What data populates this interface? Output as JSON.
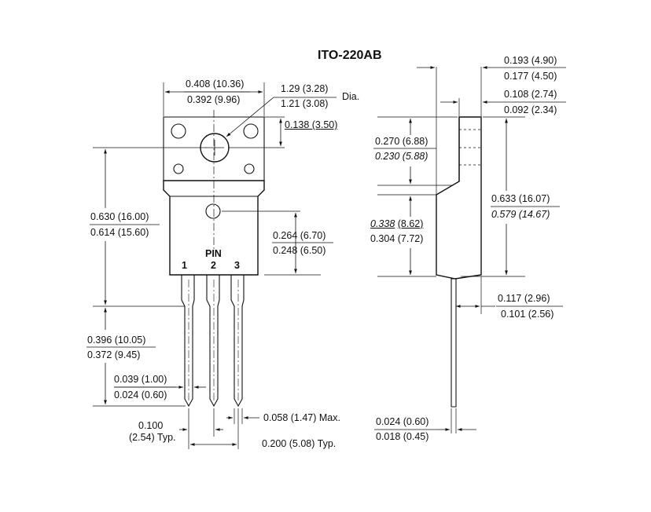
{
  "title": "ITO-220AB",
  "pin_header": "PIN",
  "pins": [
    "1",
    "2",
    "3"
  ],
  "front": {
    "width_max": "0.408 (10.36)",
    "width_min": "0.392 (9.96)",
    "hole_dia_max": "1.29 (3.28)",
    "hole_dia_min": "1.21 (3.08)",
    "hole_dia_suffix": "Dia.",
    "hole_offset": "0.138 (3.50)",
    "body_height_max": "0.630 (16.00)",
    "body_height_min": "0.614 (15.60)",
    "hole_to_bottom_max": "0.264 (6.70)",
    "hole_to_bottom_min": "0.248 (6.50)",
    "lead_length_max": "0.396 (10.05)",
    "lead_length_min": "0.372 (9.45)",
    "lead_width_max": "0.039 (1.00)",
    "lead_width_min": "0.024 (0.60)",
    "lead_max_width": "0.058 (1.47) Max.",
    "pitch_value": "0.100",
    "pitch_unit": "(2.54) Typ.",
    "span": "0.200 (5.08) Typ."
  },
  "side": {
    "total_thick_max": "0.193 (4.90)",
    "total_thick_min": "0.177 (4.50)",
    "tab_thick_max": "0.108 (2.74)",
    "tab_thick_min": "0.092 (2.34)",
    "upper_max": "0.270 (6.88)",
    "upper_min": "0.230 (5.88)",
    "lower_max_a": "0.338",
    "lower_max_b": "(8.62)",
    "lower_min": "0.304 (7.72)",
    "height_max": "0.633 (16.07)",
    "height_min": "0.579 (14.67)",
    "lead_offset_max": "0.117 (2.96)",
    "lead_offset_min": "0.101 (2.56)",
    "lead_thick_max": "0.024 (0.60)",
    "lead_thick_min": "0.018 (0.45)"
  }
}
